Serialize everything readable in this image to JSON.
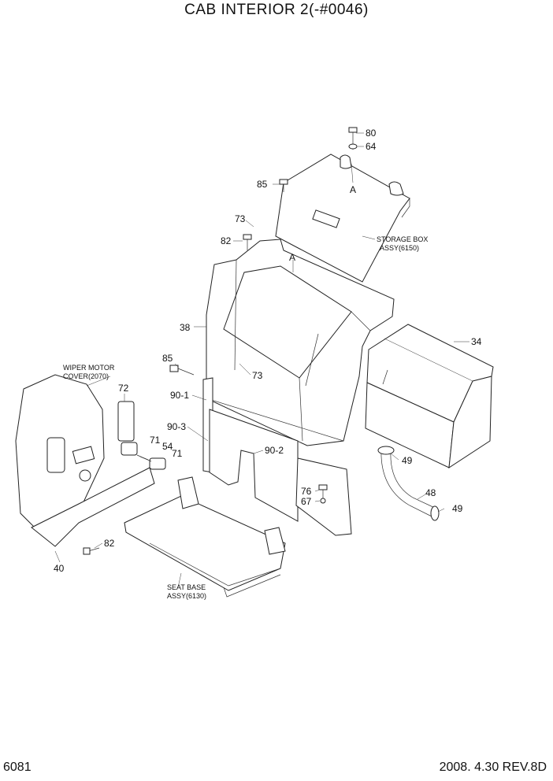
{
  "title": "CAB INTERIOR 2(-#0046)",
  "footer": {
    "page_number": "6081",
    "date_rev": "2008. 4.30  REV.8D"
  },
  "labels": {
    "p80": "80",
    "p64": "64",
    "p85_top": "85",
    "A_top": "A",
    "p73_top": "73",
    "p82_top": "82",
    "A_mid": "A",
    "storage_box_1": "STORAGE BOX",
    "storage_box_2": "ASSY(6150)",
    "p38": "38",
    "p34": "34",
    "p85_mid": "85",
    "p73_mid": "73",
    "wiper_1": "WIPER MOTOR",
    "wiper_2": "COVER(2070)",
    "p72": "72",
    "p90_1": "90-1",
    "p90_3": "90-3",
    "p71_a": "71",
    "p54": "54",
    "p71_b": "71",
    "p90_2": "90-2",
    "p49_a": "49",
    "p48": "48",
    "p49_b": "49",
    "p76": "76",
    "p67": "67",
    "p82_bot": "82",
    "p40": "40",
    "seat_base_1": "SEAT BASE",
    "seat_base_2": "ASSY(6130)"
  }
}
